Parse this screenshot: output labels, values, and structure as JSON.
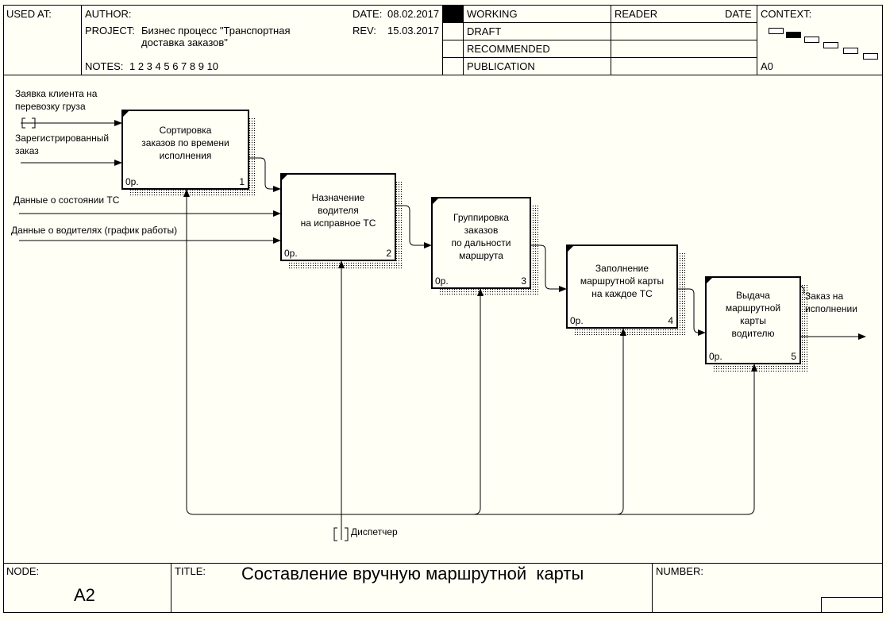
{
  "header": {
    "used_at_label": "USED AT:",
    "author_label": "AUTHOR:",
    "project_label": "PROJECT:",
    "project_value": "Бизнес процесс \"Транспортная\nдоставка заказов\"",
    "date_label": "DATE:",
    "date_value": "08.02.2017",
    "rev_label": "REV:",
    "rev_value": "15.03.2017",
    "notes_label": "NOTES:",
    "notes_value": "1  2  3  4  5  6  7  8  9  10",
    "status": [
      "WORKING",
      "DRAFT",
      "RECOMMENDED",
      "PUBLICATION"
    ],
    "reader_label": "READER",
    "reader_date_label": "DATE",
    "context_label": "CONTEXT:",
    "context_node": "A0"
  },
  "diagram": {
    "boxes": [
      {
        "title": "Сортировка\nзаказов по времени\nисполнения",
        "cost": "0р.",
        "number": "1"
      },
      {
        "title": "Назначение\nводителя\nна исправное ТС",
        "cost": "0р.",
        "number": "2"
      },
      {
        "title": "Группировка\nзаказов\nпо дальности\nмаршрута",
        "cost": "0р.",
        "number": "3"
      },
      {
        "title": "Заполнение\nмаршрутной карты\nна каждое ТС",
        "cost": "0р.",
        "number": "4"
      },
      {
        "title": "Выдача\nмаршрутной\nкарты\nводителю",
        "cost": "0р.",
        "number": "5"
      }
    ],
    "arrows": {
      "input_1": "Заявка клиента на\nперевозку груза",
      "input_2": "Зарегистрированный\nзаказ",
      "input_3": "Данные о состоянии ТС",
      "input_4": "Данные о водителях (график работы)",
      "output": "Заказ на\nисполнении",
      "mechanism": "Диспетчер"
    }
  },
  "footer": {
    "node_label": "NODE:",
    "node_value": "A2",
    "title_label": "TITLE:",
    "title_value": "Составление вручную маршрутной  карты",
    "number_label": "NUMBER:"
  }
}
